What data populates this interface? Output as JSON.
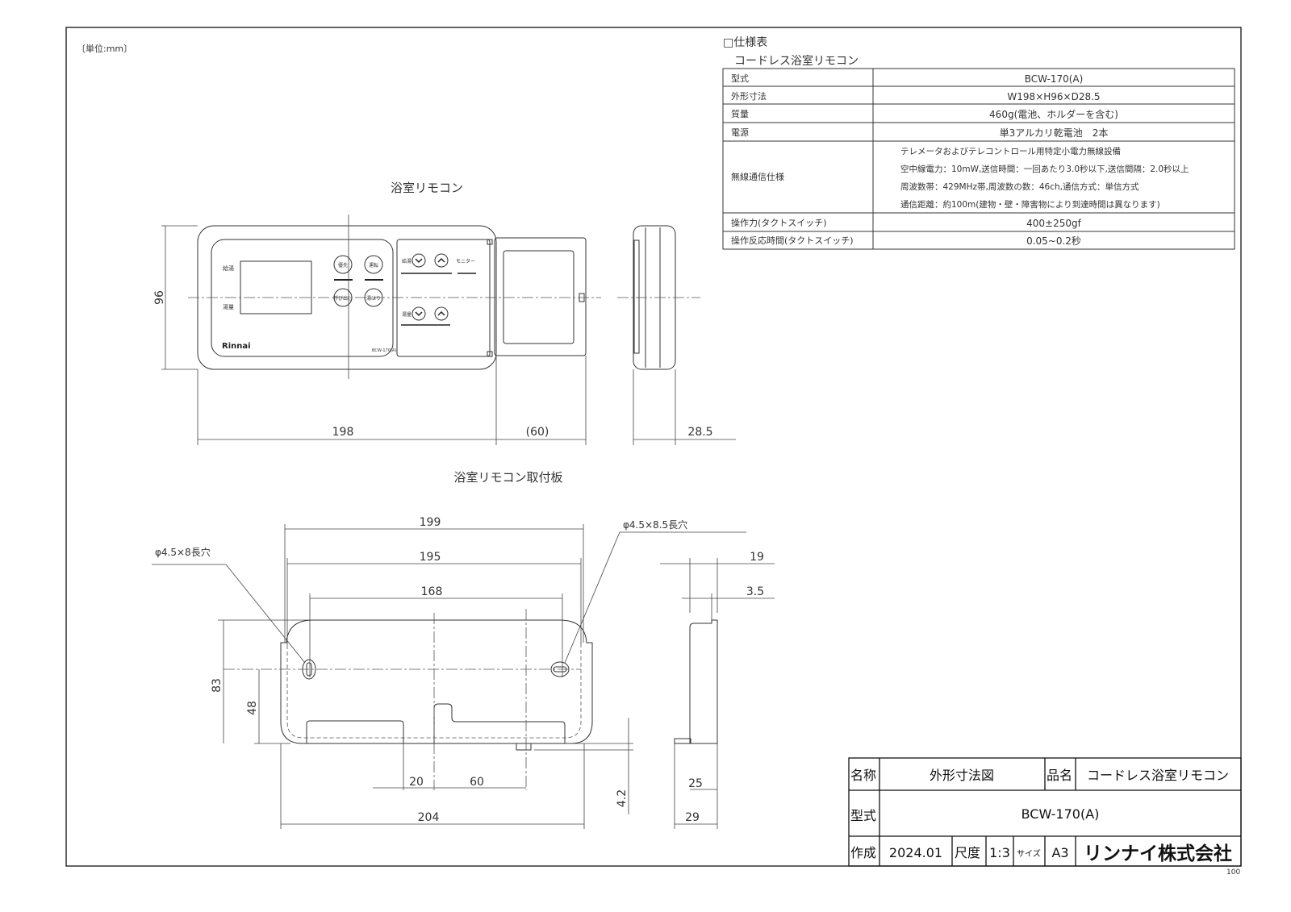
{
  "unit_note": "〔単位:mm〕",
  "remote": {
    "title": "浴室リモコン",
    "labels": {
      "kyuto": "給湯",
      "yuryo": "湯量",
      "brand": "Rinnai",
      "model": "BCW-170(A)"
    },
    "buttons": [
      "優先",
      "運転",
      "呼び出し",
      "湯はり"
    ],
    "cover_labels": {
      "kyuto": "給湯",
      "yuryo": "湯量",
      "monitor": "モニター"
    },
    "dims": {
      "height": "96",
      "width": "198",
      "lid": "(60)",
      "depth": "28.5"
    }
  },
  "plate": {
    "title": "浴室リモコン取付板",
    "hole_left": "φ4.5×8長穴",
    "hole_right": "φ4.5×8.5長穴",
    "dims": {
      "w199": "199",
      "w195": "195",
      "w168": "168",
      "h83": "83",
      "h48": "48",
      "d20": "20",
      "d60": "60",
      "w204": "204",
      "d42": "4.2",
      "s19": "19",
      "s35": "3.5",
      "s25": "25",
      "s29": "29"
    }
  },
  "spec": {
    "heading": "□仕様表",
    "subheading": "コードレス浴室リモコン",
    "rows": [
      {
        "label": "型式",
        "value": [
          "BCW-170(A)"
        ]
      },
      {
        "label": "外形寸法",
        "value": [
          "W198×H96×D28.5"
        ]
      },
      {
        "label": "質量",
        "value": [
          "460g(電池、ホルダーを含む)"
        ]
      },
      {
        "label": "電源",
        "value": [
          "単3アルカリ乾電池　2本"
        ]
      },
      {
        "label": "無線通信仕様",
        "value": [
          "テレメータおよびテレコントロール用特定小電力無線設備",
          "空中線電力：10mW,送信時間：一回あたり3.0秒以下,送信間隔：2.0秒以上",
          "周波数帯：429MHz帯,周波数の数：46ch,通信方式：単信方式",
          "通信距離：約100m(建物・壁・障害物により到達時間は異なります)"
        ]
      },
      {
        "label": "操作力(タクトスイッチ)",
        "value": [
          "400±250gf"
        ]
      },
      {
        "label": "操作反応時間(タクトスイッチ)",
        "value": [
          "0.05~0.2秒"
        ]
      }
    ]
  },
  "title_block": {
    "name_label": "名称",
    "name": "外形寸法図",
    "product_label": "品名",
    "product": "コードレス浴室リモコン",
    "model_label": "型式",
    "model": "BCW-170(A)",
    "date_label": "作成",
    "date": "2024.01",
    "scale_label": "尺度",
    "scale": "1:3",
    "size_label": "サイズ",
    "size": "A3",
    "company": "リンナイ株式会社"
  },
  "sheet_number": "100"
}
